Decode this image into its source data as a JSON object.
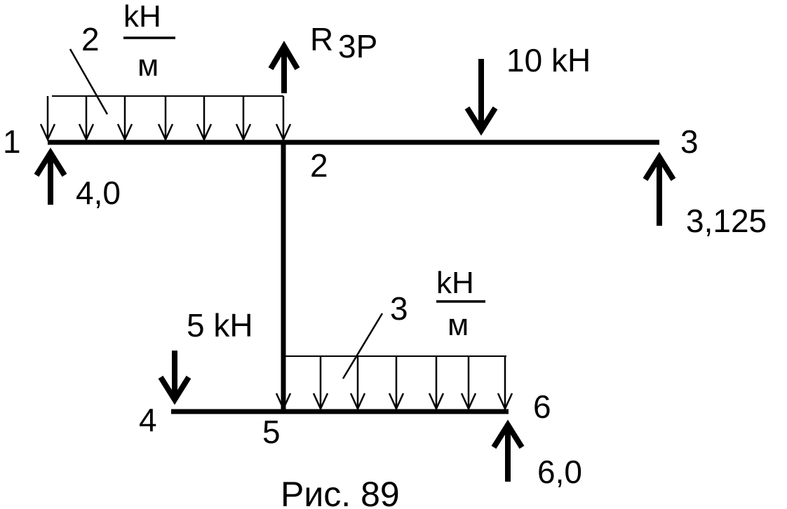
{
  "labels": {
    "node1": "1",
    "node2": "2",
    "node3": "3",
    "node4": "4",
    "node5": "5",
    "node6": "6"
  },
  "loads": {
    "q_upper_value": "2",
    "q_upper_unit_num": "kH",
    "q_upper_unit_den": "м",
    "q_lower_value": "3",
    "q_lower_unit_num": "kH",
    "q_lower_unit_den": "м",
    "force_10": "10 kH",
    "force_5": "5 kH",
    "reaction_r": "R",
    "reaction_r_sub": "3P"
  },
  "reactions": {
    "r1": "4,0",
    "r3": "3,125",
    "r6": "6,0"
  },
  "caption": "Рис. 89",
  "colors": {
    "ink": "#000000",
    "background": "#ffffff"
  }
}
